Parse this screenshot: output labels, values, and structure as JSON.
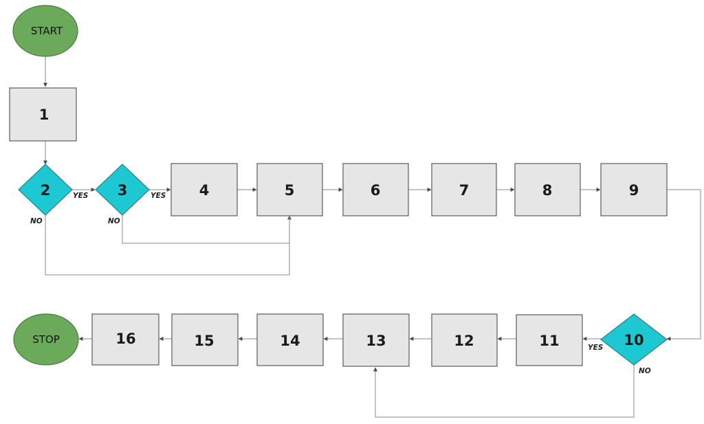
{
  "terminals": {
    "start": "START",
    "stop": "STOP"
  },
  "steps": {
    "s1": "1",
    "s4": "4",
    "s5": "5",
    "s6": "6",
    "s7": "7",
    "s8": "8",
    "s9": "9",
    "s11": "11",
    "s12": "12",
    "s13": "13",
    "s14": "14",
    "s15": "15",
    "s16": "16"
  },
  "decisions": {
    "d2": "2",
    "d3": "3",
    "d10": "10"
  },
  "branch_labels": {
    "d2_yes": "YES",
    "d2_no": "NO",
    "d3_yes": "YES",
    "d3_no": "NO",
    "d10_yes": "YES",
    "d10_no": "NO"
  },
  "colors": {
    "terminal": "#6aaa5a",
    "decision": "#1ec8d2",
    "process": "#e6e6e6"
  }
}
